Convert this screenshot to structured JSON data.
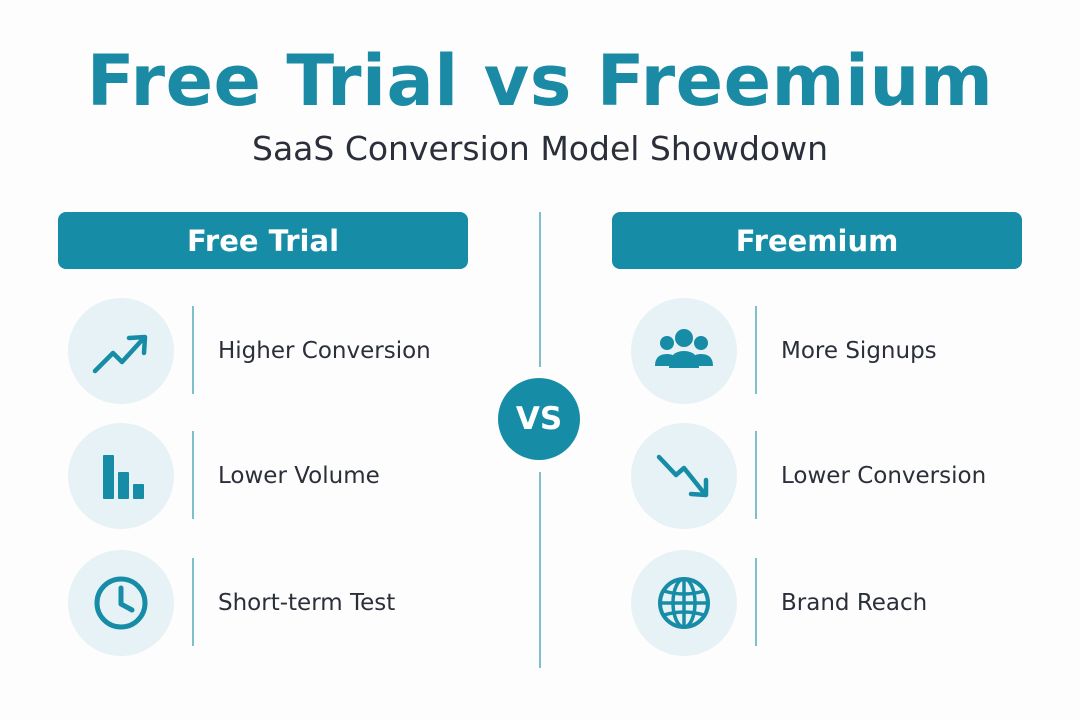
{
  "title": "Free Trial vs Freemium",
  "subtitle": "SaaS Conversion Model Showdown",
  "vs_label": "VS",
  "accent_color": "#168ca6",
  "left": {
    "header": "Free Trial",
    "items": [
      {
        "label": "Higher Conversion",
        "icon": "trending-up-icon"
      },
      {
        "label": "Lower Volume",
        "icon": "bar-chart-icon"
      },
      {
        "label": "Short-term Test",
        "icon": "clock-icon"
      }
    ]
  },
  "right": {
    "header": "Freemium",
    "items": [
      {
        "label": "More Signups",
        "icon": "users-icon"
      },
      {
        "label": "Lower Conversion",
        "icon": "trending-down-icon"
      },
      {
        "label": "Brand Reach",
        "icon": "globe-icon"
      }
    ]
  }
}
